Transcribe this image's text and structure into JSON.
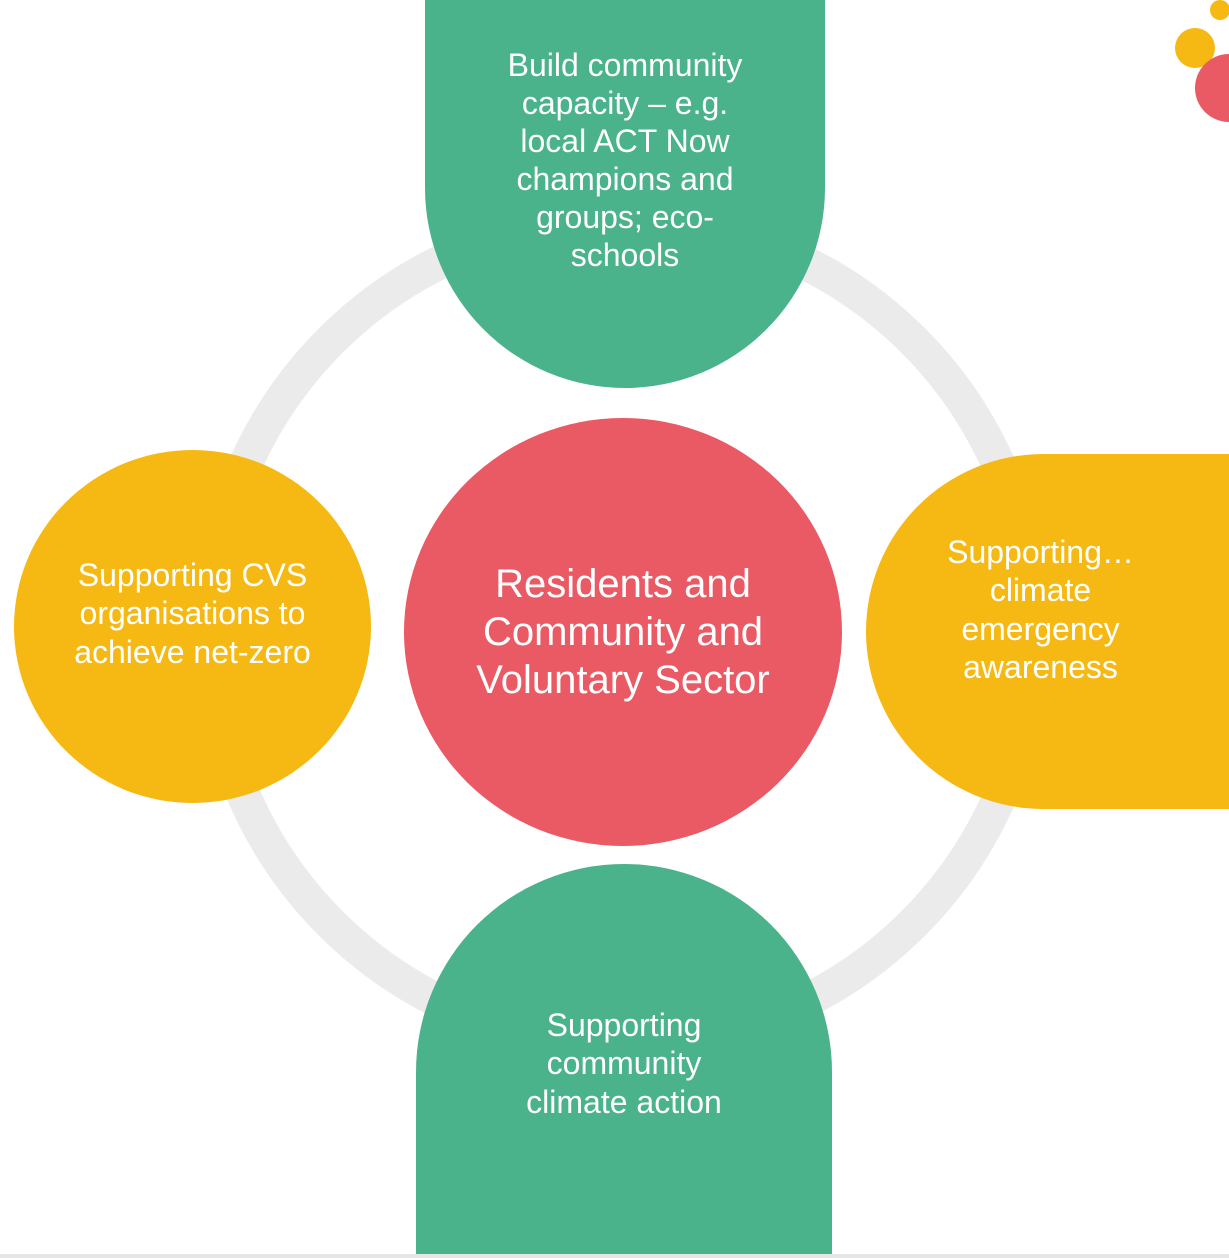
{
  "colors": {
    "green": "#4bb38c",
    "red": "#e95a64",
    "yellow": "#f6b914",
    "ring": "#ebebeb",
    "text": "#ffffff",
    "logo_yellow": "#f6b914",
    "logo_red": "#e95a64"
  },
  "diagram": {
    "center": {
      "label": "Residents and Community and Voluntary Sector"
    },
    "nodes": {
      "top": {
        "label": "Build community capacity – e.g. local ACT Now champions and groups; eco-schools"
      },
      "right": {
        "label": "Supporting… climate emergency awareness"
      },
      "bottom": {
        "label": "Supporting community climate action"
      },
      "left": {
        "label": "Supporting CVS organisations to achieve net-zero"
      }
    }
  }
}
